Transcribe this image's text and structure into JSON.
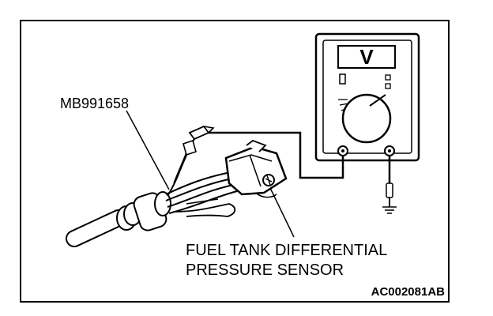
{
  "labels": {
    "tool": "MB991658",
    "meter_display": "V",
    "sensor_line1": "FUEL TANK DIFFERENTIAL",
    "sensor_line2": "PRESSURE SENSOR",
    "figure_code": "AC002081AB"
  }
}
